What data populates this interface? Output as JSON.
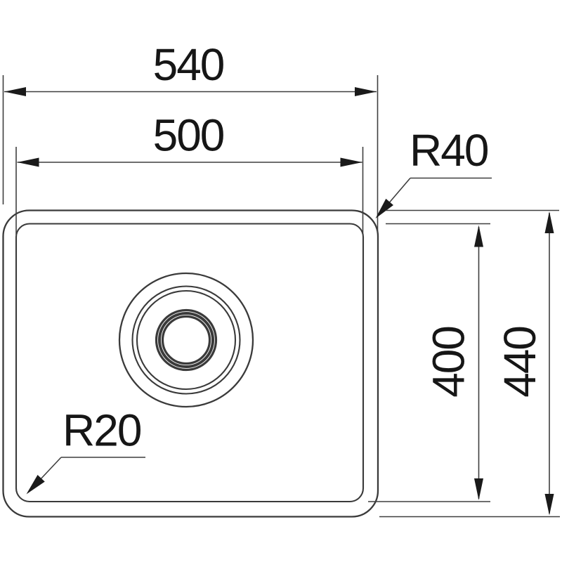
{
  "drawing": {
    "colors": {
      "background": "#ffffff",
      "line": "#3a3a3a",
      "text": "#161616"
    },
    "labels": {
      "outer_width": "540",
      "inner_width": "500",
      "outer_corner_radius": "R40",
      "inner_corner_radius": "R20",
      "inner_depth": "400",
      "outer_depth": "440"
    }
  }
}
